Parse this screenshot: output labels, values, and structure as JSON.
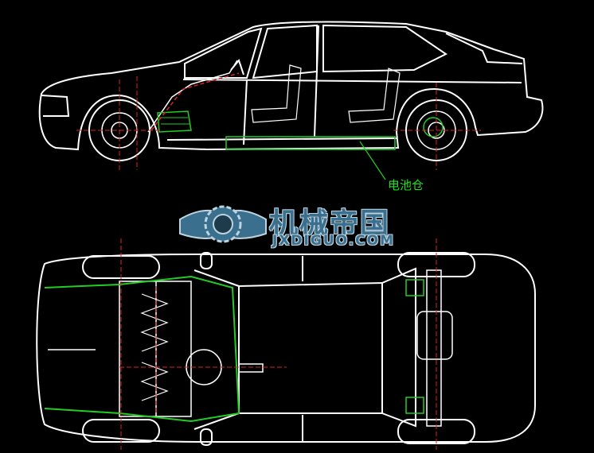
{
  "callout": {
    "label": "电池仓"
  },
  "watermark": {
    "brand_cn": "机械帝国",
    "brand_en": "JXDIGUO.COM",
    "logo_icon": "gear-wings-logo-icon"
  },
  "colors": {
    "outline": "#ffffff",
    "battery": "#22cc22",
    "axis": "#dd2222",
    "watermark": "#3b6f8e"
  }
}
